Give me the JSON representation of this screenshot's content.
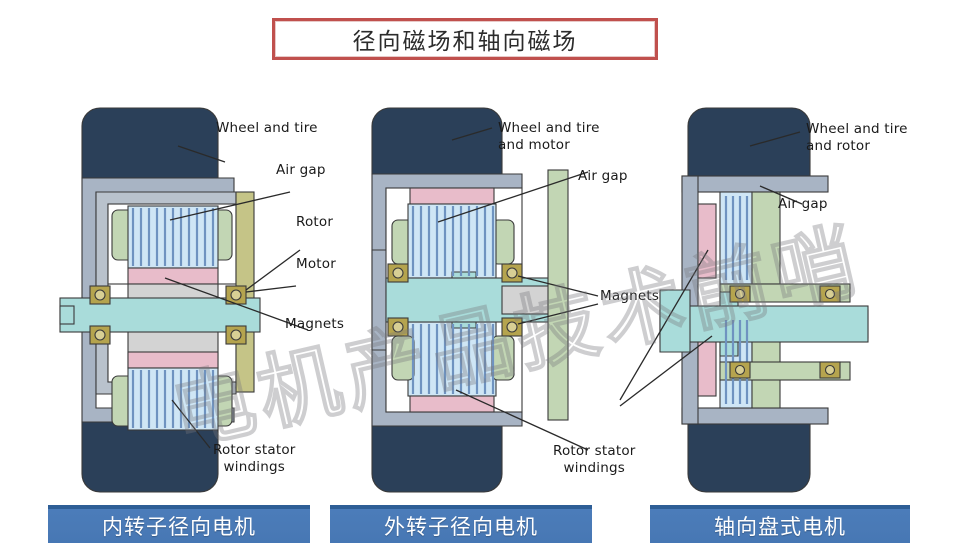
{
  "title": {
    "text": "径向磁场和轴向磁场",
    "border_color": "#c0504d"
  },
  "watermark": {
    "text": "电机产品技术前哨"
  },
  "captions": [
    {
      "label": "内转子径向电机"
    },
    {
      "label": "外转子径向电机"
    },
    {
      "label": "轴向盘式电机"
    }
  ],
  "diagrams": [
    {
      "name": "inner-rotor-radial-motor",
      "labels": {
        "wheel_and_tire": "Wheel and tire",
        "air_gap": "Air gap",
        "rotor": "Rotor",
        "motor": "Motor",
        "magnets": "Magnets",
        "rotor_stator_windings_l1": "Rotor stator",
        "rotor_stator_windings_l2": "windings"
      }
    },
    {
      "name": "outer-rotor-radial-motor",
      "labels": {
        "wheel_tire_motor_l1": "Wheel and tire",
        "wheel_tire_motor_l2": "and motor",
        "air_gap": "Air gap",
        "magnets": "Magnets",
        "rotor_stator_windings_l1": "Rotor stator",
        "rotor_stator_windings_l2": "windings"
      }
    },
    {
      "name": "axial-disc-motor",
      "labels": {
        "wheel_tire_rotor_l1": "Wheel and tire",
        "wheel_tire_rotor_l2": "and rotor",
        "air_gap": "Air gap"
      }
    }
  ],
  "colors": {
    "tire": "#2b4059",
    "rim_bracket": "#a8b4c4",
    "winding_field": "#cfe6f5",
    "winding_bar": "#6f93c0",
    "magnet_pink": "#e8bcca",
    "rotor_gray": "#d3d3d3",
    "side_plate_olive": "#c5c487",
    "end_turn_green": "#c2d6b4",
    "shaft_cyan": "#a9dcda",
    "bearing_gold": "#b5a44e",
    "caption_blue": "#4a7ab6",
    "title_red": "#c0504d"
  }
}
